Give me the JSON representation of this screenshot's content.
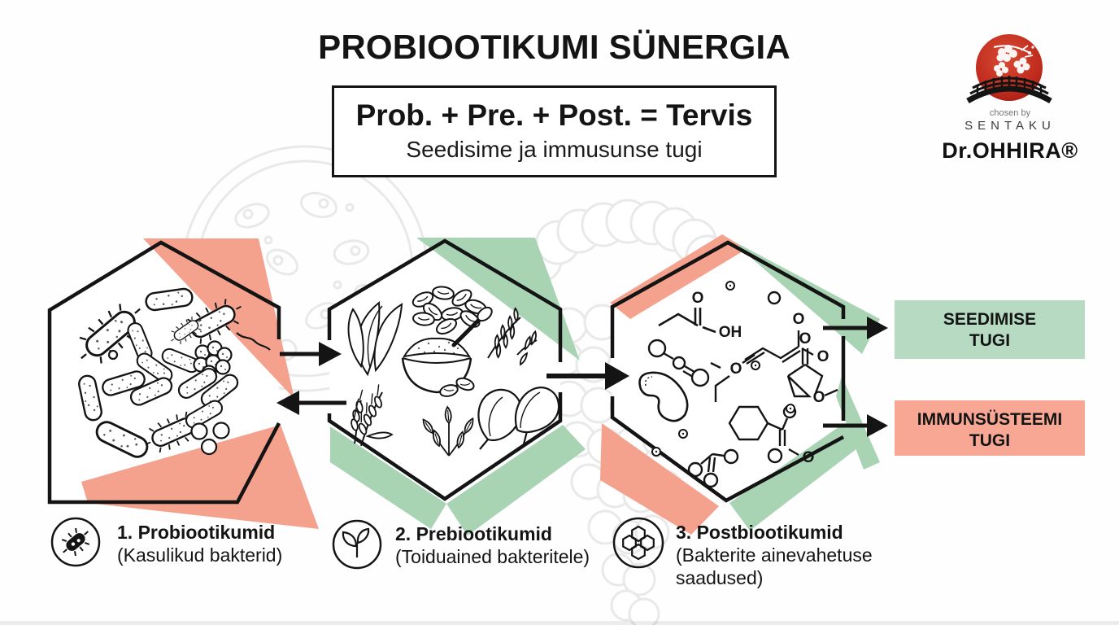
{
  "header": {
    "title": "PROBIOOTIKUMI SÜNERGIA",
    "formula": "Prob. + Pre. + Post. = Tervis",
    "formula_subtitle": "Seedisime ja immusunse tugi"
  },
  "logo": {
    "tagline": "chosen by",
    "brand": "SENTAKU",
    "name": "Dr.OHHIRA®"
  },
  "stages": [
    {
      "label": "1. Probiootikumid",
      "sublabel": "(Kasulikud bakterid)",
      "icon": "bacterium-icon"
    },
    {
      "label": "2. Prebiootikumid",
      "sublabel": "(Toiduained bakteritele)",
      "icon": "sprout-icon"
    },
    {
      "label": "3. Postbiootikumid",
      "sublabel": "(Bakterite ainevahetuse saadused)",
      "icon": "molecules-icon"
    }
  ],
  "outcomes": [
    {
      "line1": "SEEDIMISE",
      "line2": "TUGI",
      "color": "#b7dbc2"
    },
    {
      "line1": "IMMUNSÜSTEEMI",
      "line2": "TUGI",
      "color": "#f7a794"
    }
  ],
  "chem": {
    "o": "O",
    "oh": "OH"
  },
  "colors": {
    "ink": "#141414",
    "salmon_accent": "#f4a28e",
    "green_accent": "#a8d4b4",
    "watermark": "#e9e9e9",
    "logo_red": "#bf2b1d"
  }
}
